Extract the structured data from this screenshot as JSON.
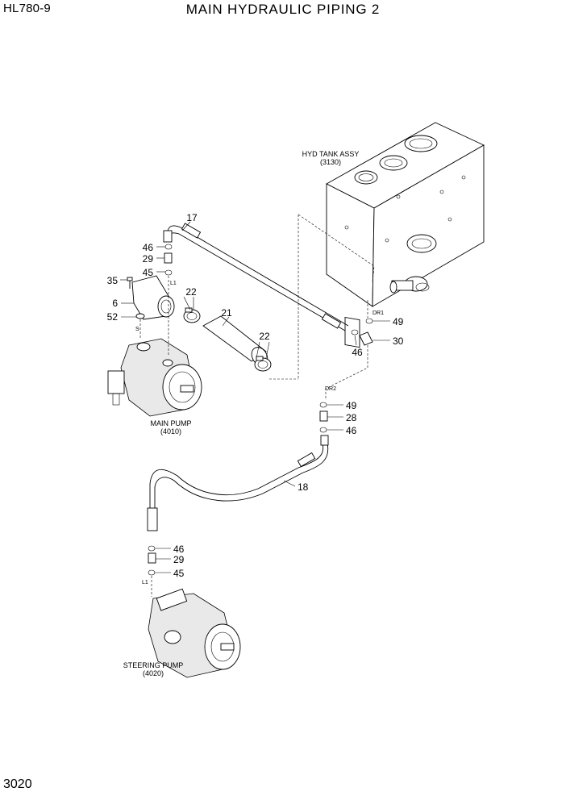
{
  "header": {
    "model": "HL780-9",
    "title": "MAIN HYDRAULIC PIPING 2"
  },
  "footer": {
    "page_number": "3020"
  },
  "assemblies": {
    "hyd_tank": {
      "name": "HYD TANK ASSY",
      "code": "(3130)"
    },
    "main_pump": {
      "name": "MAIN PUMP",
      "code": "(4010)"
    },
    "steering_pump": {
      "name": "STEERING PUMP",
      "code": "(4020)"
    }
  },
  "port_tags": {
    "dr1": "DR1",
    "dr2": "DR2",
    "l1_main": "L1",
    "l1_steer": "L1",
    "s": "S"
  },
  "callouts": {
    "c17": "17",
    "c46a": "46",
    "c29a": "29",
    "c45a": "45",
    "c35": "35",
    "c6": "6",
    "c52": "52",
    "c22a": "22",
    "c21": "21",
    "c22b": "22",
    "c49a": "49",
    "c30": "30",
    "c46b": "46",
    "c49b": "49",
    "c28": "28",
    "c46c": "46",
    "c18": "18",
    "c46d": "46",
    "c29b": "29",
    "c45b": "45"
  }
}
